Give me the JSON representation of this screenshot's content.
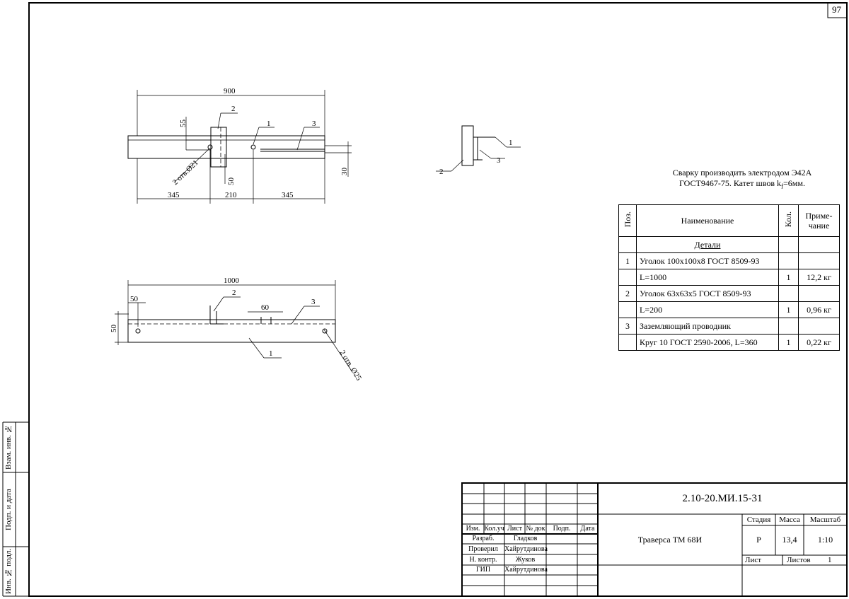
{
  "sheet": {
    "page_number": "97"
  },
  "drawing_top": {
    "dim_overall": "900",
    "dim_left": "345",
    "dim_mid": "210",
    "dim_right": "345",
    "dim_55": "55",
    "dim_50": "50",
    "dim_30": "30",
    "holes": "2 отв.Ø21",
    "pos1": "1",
    "pos2": "2",
    "pos3": "3"
  },
  "drawing_side": {
    "pos1": "1",
    "pos2": "2",
    "pos3": "3"
  },
  "drawing_bottom": {
    "dim_overall": "1000",
    "dim_50a": "50",
    "dim_50b": "50",
    "dim_60": "60",
    "holes": "2 отв. Ø25",
    "pos1": "1",
    "pos2": "2",
    "pos3": "3"
  },
  "note": {
    "line1": "Сварку производить электродом Э42А",
    "line2_pre": "ГОСТ9467-75. Катет швов k",
    "line2_sub": "f",
    "line2_post": "=6мм."
  },
  "spec": {
    "headers": {
      "pos": "Поз.",
      "name": "Наименование",
      "qty": "Кол.",
      "note": "Приме-чание"
    },
    "section": "Детали",
    "rows": [
      {
        "pos": "1",
        "name": "Уголок 100х100х8 ГОСТ 8509-93",
        "qty": "",
        "note": ""
      },
      {
        "pos": "",
        "name": "L=1000",
        "qty": "1",
        "note": "12,2 кг"
      },
      {
        "pos": "2",
        "name": "Уголок 63х63х5 ГОСТ 8509-93",
        "qty": "",
        "note": ""
      },
      {
        "pos": "",
        "name": "L=200",
        "qty": "1",
        "note": "0,96 кг"
      },
      {
        "pos": "3",
        "name": "Заземляющий проводник",
        "qty": "",
        "note": ""
      },
      {
        "pos": "",
        "name": "Круг 10 ГОСТ 2590-2006, L=360",
        "qty": "1",
        "note": "0,22 кг"
      }
    ]
  },
  "title_block": {
    "doc_code": "2.10-20.МИ.15-31",
    "doc_name": "Траверса ТМ 68И",
    "stage_label": "Стадия",
    "mass_label": "Масса",
    "scale_label": "Масштаб",
    "stage": "Р",
    "mass": "13,4",
    "scale": "1:10",
    "sheet_label": "Лист",
    "sheets_label": "Листов",
    "sheets": "1",
    "col_headers": {
      "izm": "Изм.",
      "kol": "Кол.уч",
      "list": "Лист",
      "doc": "№ док",
      "sign": "Подп.",
      "date": "Дата"
    },
    "people": [
      {
        "role": "Разраб.",
        "name": "Гладков"
      },
      {
        "role": "Проверил",
        "name": "Хайрутдинова"
      },
      {
        "role": "Н. контр.",
        "name": "Жуков"
      },
      {
        "role": "ГИП",
        "name": "Хайрутдинова"
      }
    ]
  },
  "side_stamp": {
    "inv_replace": "Взам. инв. №",
    "sign_date": "Подп. и дата",
    "inv_orig": "Инв. № подл."
  }
}
